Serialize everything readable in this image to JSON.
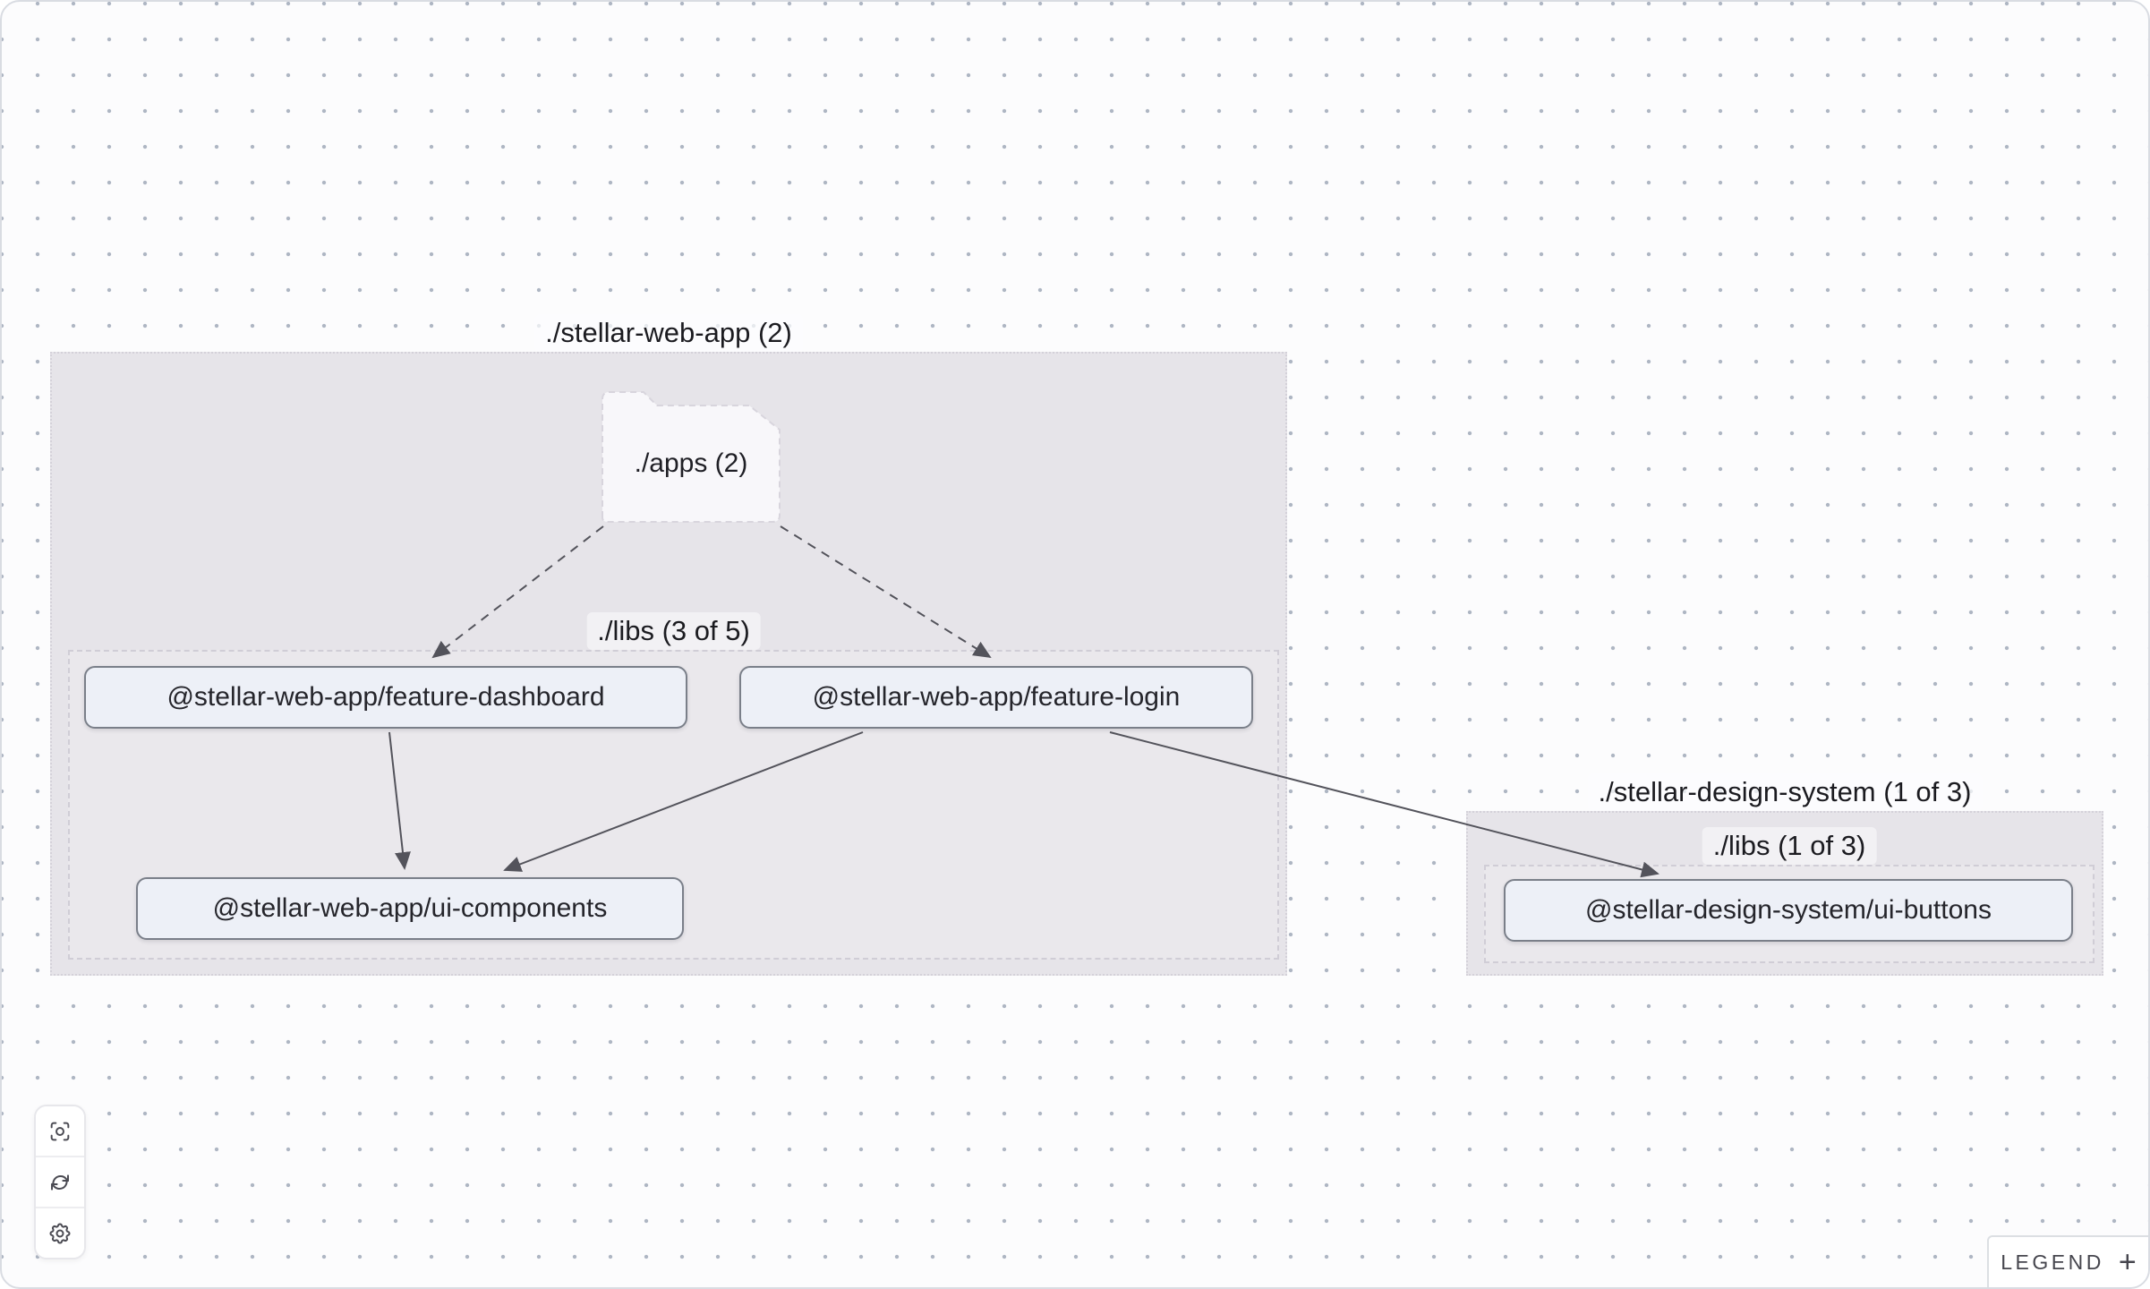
{
  "graph": {
    "groups": [
      {
        "id": "stellar-web-app",
        "label": "./stellar-web-app (2)"
      },
      {
        "id": "stellar-web-app-libs",
        "label": "./libs (3 of 5)"
      },
      {
        "id": "stellar-design-system",
        "label": "./stellar-design-system (1 of 3)"
      },
      {
        "id": "stellar-design-system-libs",
        "label": "./libs (1 of 3)"
      }
    ],
    "folder": {
      "id": "apps",
      "label": "./apps (2)"
    },
    "nodes": [
      {
        "id": "feature-dashboard",
        "label": "@stellar-web-app/feature-dashboard"
      },
      {
        "id": "feature-login",
        "label": "@stellar-web-app/feature-login"
      },
      {
        "id": "ui-components",
        "label": "@stellar-web-app/ui-components"
      },
      {
        "id": "ui-buttons",
        "label": "@stellar-design-system/ui-buttons"
      }
    ],
    "edges": [
      {
        "source": "./apps",
        "target": "@stellar-web-app/feature-dashboard",
        "style": "dashed"
      },
      {
        "source": "./apps",
        "target": "@stellar-web-app/feature-login",
        "style": "dashed"
      },
      {
        "source": "@stellar-web-app/feature-dashboard",
        "target": "@stellar-web-app/ui-components",
        "style": "solid"
      },
      {
        "source": "@stellar-web-app/feature-login",
        "target": "@stellar-web-app/ui-components",
        "style": "solid"
      },
      {
        "source": "@stellar-web-app/feature-login",
        "target": "@stellar-design-system/ui-buttons",
        "style": "solid"
      }
    ]
  },
  "controls": {
    "buttons": [
      {
        "icon": "focus-icon"
      },
      {
        "icon": "refresh-icon"
      },
      {
        "icon": "settings-icon"
      }
    ]
  },
  "legend": {
    "label": "LEGEND",
    "expand": "+"
  },
  "colors": {
    "canvas_bg": "#fcfcfd",
    "dot": "#aeb6c3",
    "group_fill": "#e6e4e9",
    "group_border": "#d4d1d9",
    "node_fill": "#edf0f7",
    "node_border": "#7a7f89",
    "node_text": "#25252b",
    "folder_fill": "#f8f7fa",
    "folder_border": "#d8d5dd",
    "edge": "#53535b"
  }
}
